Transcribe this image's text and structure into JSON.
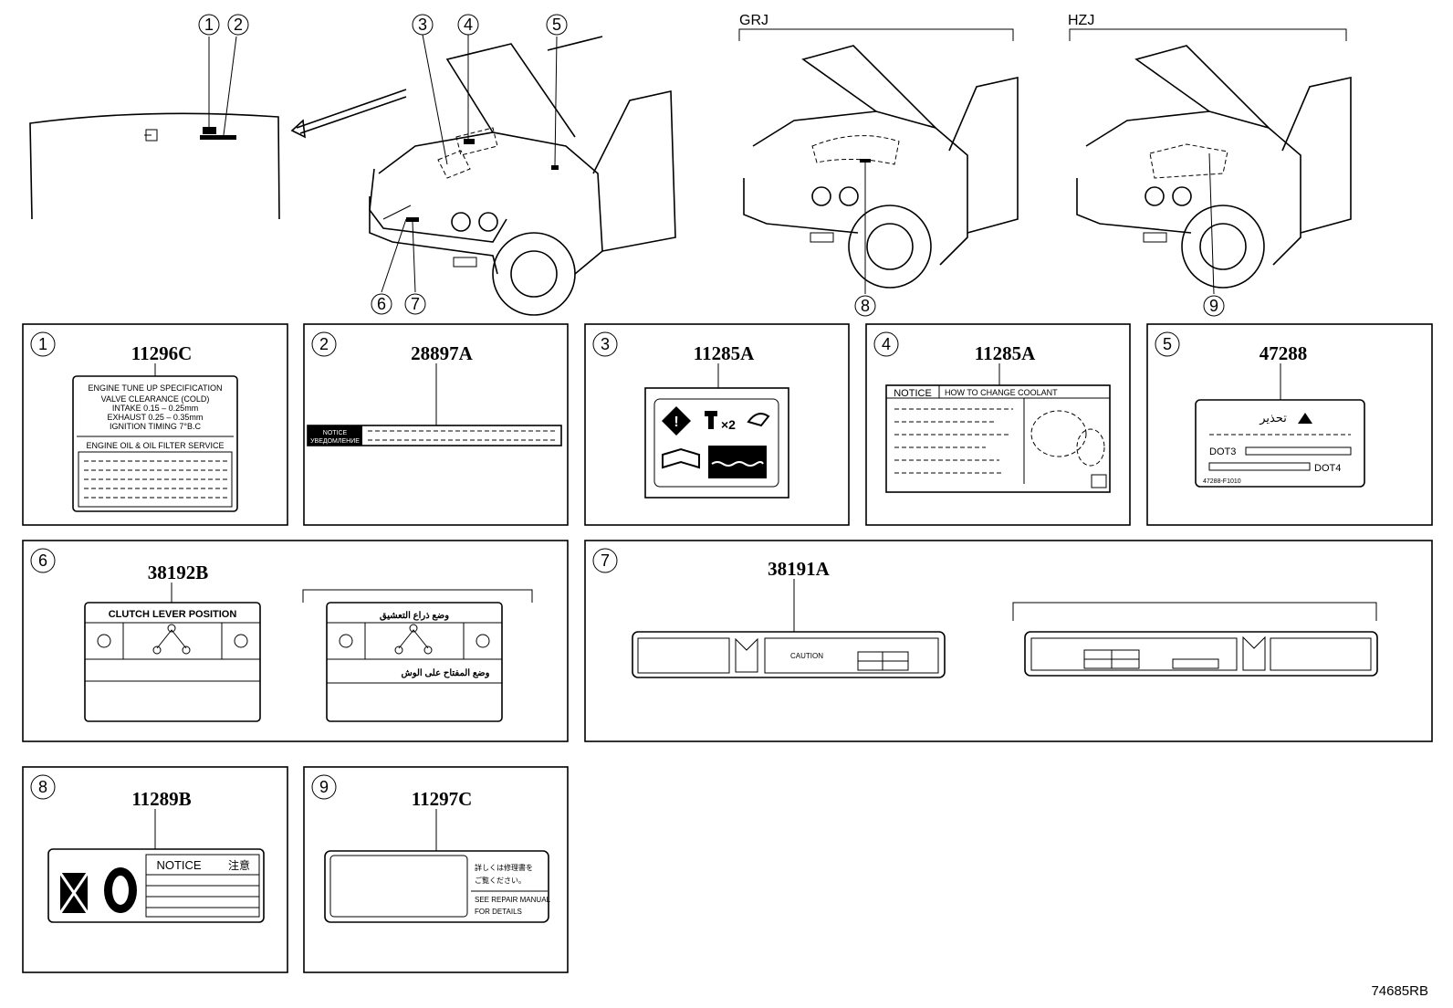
{
  "variants": {
    "grj": "GRJ",
    "hzj": "HZJ"
  },
  "callouts": [
    "1",
    "2",
    "3",
    "4",
    "5",
    "6",
    "7",
    "8",
    "9"
  ],
  "panels": [
    {
      "num": "1",
      "part": "11296C"
    },
    {
      "num": "2",
      "part": "28897A"
    },
    {
      "num": "3",
      "part": "11285A"
    },
    {
      "num": "4",
      "part": "11285A"
    },
    {
      "num": "5",
      "part": "47288"
    },
    {
      "num": "6",
      "part": "38192B"
    },
    {
      "num": "7",
      "part": "38191A"
    },
    {
      "num": "8",
      "part": "11289B"
    },
    {
      "num": "9",
      "part": "11297C"
    }
  ],
  "labels": {
    "l1": {
      "title": "ENGINE TUNE UP SPECIFICATION",
      "r1": "VALVE    CLEARANCE    (COLD)",
      "r2": "INTAKE    0.15 – 0.25mm",
      "r3": "EXHAUST    0.25 – 0.35mm",
      "r4": "IGNITION    TIMING    7°B.C",
      "sub": "ENGINE OIL & OIL FILTER SERVICE"
    },
    "l2": {
      "notice": "NOTICE",
      "ru": "УВЕДОМЛЕНИЕ"
    },
    "l4": {
      "notice": "NOTICE",
      "title": "HOW TO CHANGE COOLANT"
    },
    "l5": {
      "ar": "تحذير",
      "dot3": "DOT3",
      "dot4": "DOT4",
      "code": "47288-F1010"
    },
    "l6": {
      "title": "CLUTCH  LEVER  POSITION",
      "ar1": "وضع ذراع التعشيق",
      "ar2": "وضع المفتاح على الوش"
    },
    "l7": {
      "caution": "CAUTION"
    },
    "l8": {
      "notice": "NOTICE",
      "ja": "注意"
    },
    "l9": {
      "j1": "詳しくは修理書を",
      "j2": "ご覧ください。",
      "e1": "SEE REPAIR MANUAL",
      "e2": "FOR DETAILS"
    }
  },
  "figure_code": "74685RB"
}
